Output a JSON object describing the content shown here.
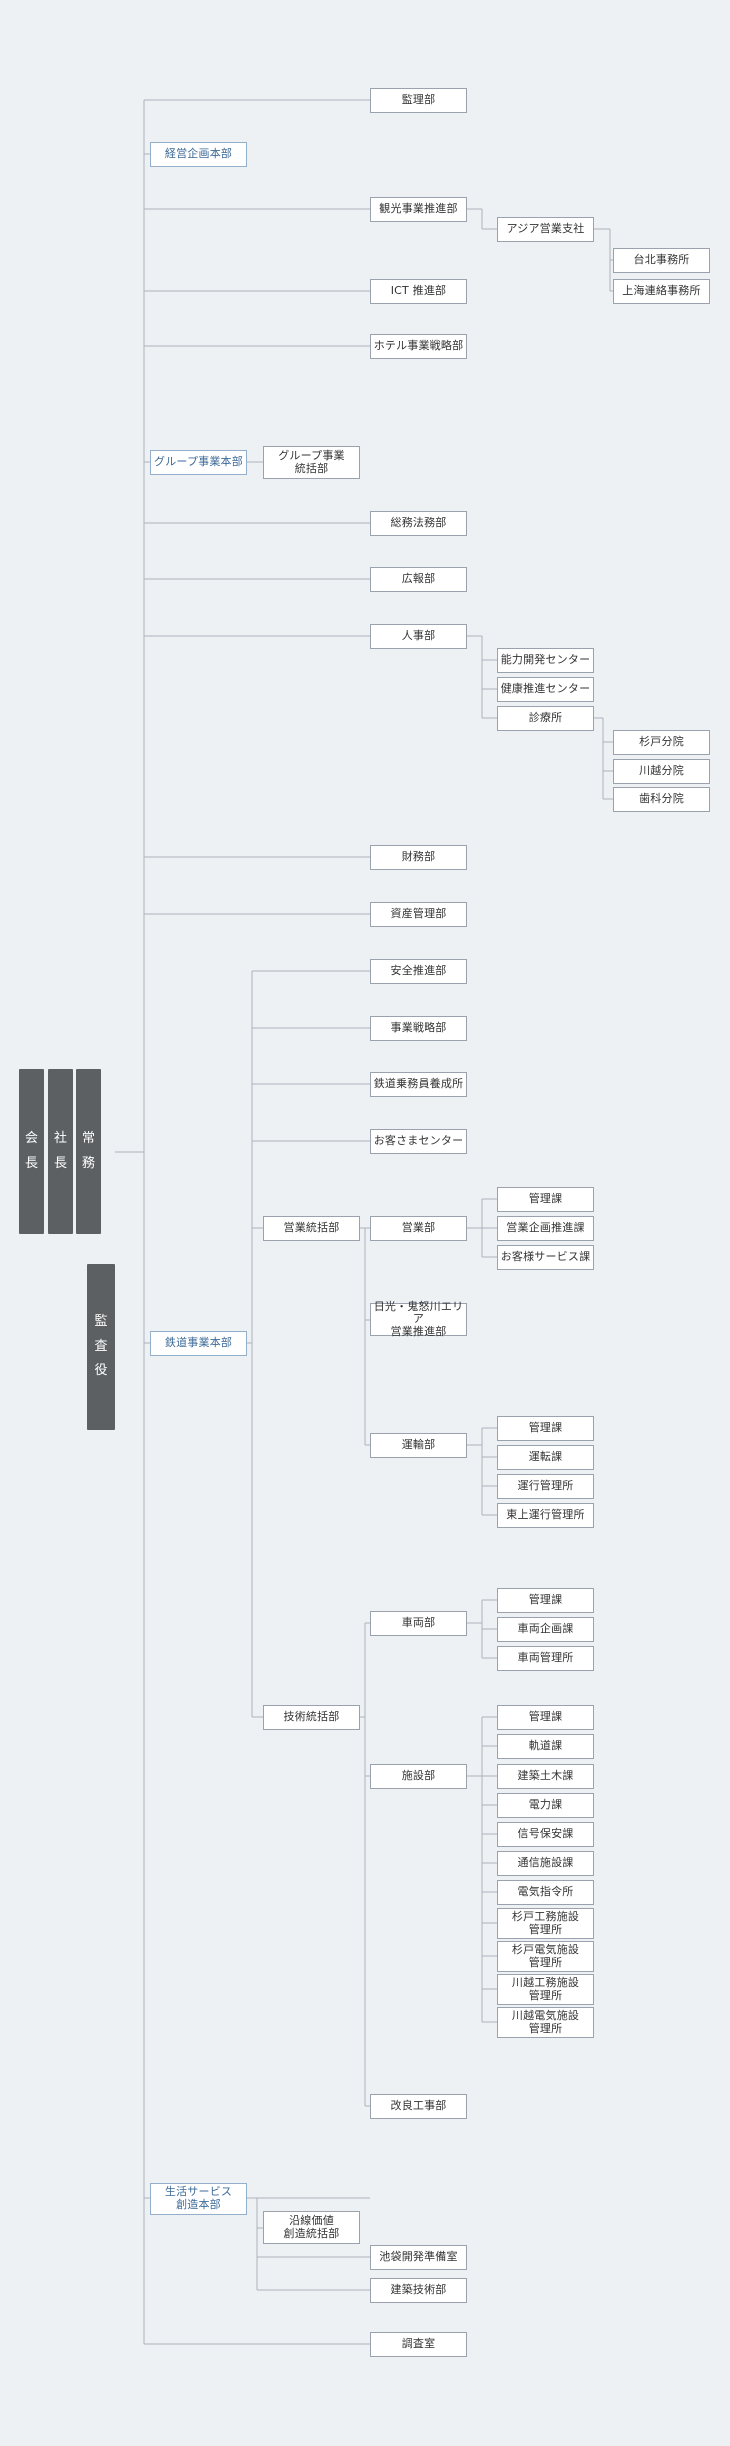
{
  "executives": {
    "kaicho": "会\n長",
    "shacho": "社\n長",
    "jomu": "常\n務",
    "kansayaku": "監\n査\n役"
  },
  "headquarters": {
    "keiei": "経営企画本部",
    "group": "グループ事業本部",
    "tetsudo": "鉄道事業本部",
    "seikatsu": "生活サービス\n創造本部"
  },
  "departments": {
    "kanri_bu": "監理部",
    "kanko": "観光事業推進部",
    "asia": "アジア営業支社",
    "taipei": "台北事務所",
    "shanghai": "上海連絡事務所",
    "ict": "ICT 推進部",
    "hotel": "ホテル事業戦略部",
    "group_tokatsu": "グループ事業\n統括部",
    "somu": "総務法務部",
    "koho": "広報部",
    "jinji": "人事部",
    "noryoku": "能力開発センター",
    "kenko": "健康推進センター",
    "shinryo": "診療所",
    "sugito": "杉戸分院",
    "kawagoe_bunin": "川越分院",
    "shika": "歯科分院",
    "zaimu": "財務部",
    "shisan": "資産管理部",
    "anzen": "安全推進部",
    "jigyo_senryaku": "事業戦略部",
    "jomuin": "鉄道乗務員養成所",
    "okyaku": "お客さまセンター",
    "eigyo_tokatsu": "営業統括部",
    "eigyo_bu": "営業部",
    "eigyo_kanri": "管理課",
    "eigyo_kikaku": "営業企画推進課",
    "okyaku_service": "お客様サービス課",
    "nikko": "日光・鬼怒川エリア\n営業推進部",
    "unyu": "運輸部",
    "unyu_kanri": "管理課",
    "unten": "運転課",
    "unko": "運行管理所",
    "tojo": "東上運行管理所",
    "gijutsu_tokatsu": "技術統括部",
    "sharyo": "車両部",
    "sharyo_kanri": "管理課",
    "sharyo_kikaku": "車両企画課",
    "sharyo_kanrisho": "車両管理所",
    "shisetsu": "施設部",
    "shisetsu_kanri": "管理課",
    "kido": "軌道課",
    "kenchiku_doboku": "建築土木課",
    "denryoku": "電力課",
    "shingo": "信号保安課",
    "tsushin": "通信施設課",
    "denki_shirei": "電気指令所",
    "sugito_koumu": "杉戸工務施設\n管理所",
    "sugito_denki": "杉戸電気施設\n管理所",
    "kawagoe_koumu": "川越工務施設\n管理所",
    "kawagoe_denki": "川越電気施設\n管理所",
    "kairyo": "改良工事部",
    "ensen": "沿線価値\n創造統括部",
    "ikebukuro": "池袋開発準備室",
    "kenchiku_gijutsu": "建築技術部",
    "chosa": "調査室"
  }
}
